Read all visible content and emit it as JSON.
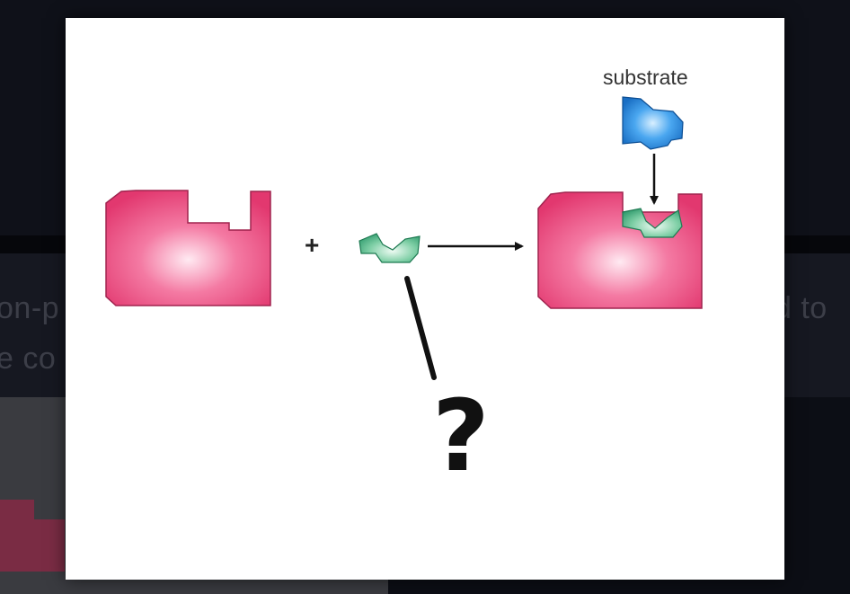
{
  "background_page": {
    "text_line_left_1": "on-p",
    "text_line_left_2": "e co",
    "text_line_right_1": "d to"
  },
  "lightbox": {
    "substrate_label": "substrate",
    "plus_label": "+",
    "question_label": "?"
  },
  "colors": {
    "enzyme": "#e8457a",
    "enzyme_highlight": "#ffe4ee",
    "inhibitor": "#3aa37a",
    "inhibitor_highlight": "#e6f7ee",
    "substrate": "#1f7fd6",
    "substrate_highlight": "#cfe8ff"
  }
}
